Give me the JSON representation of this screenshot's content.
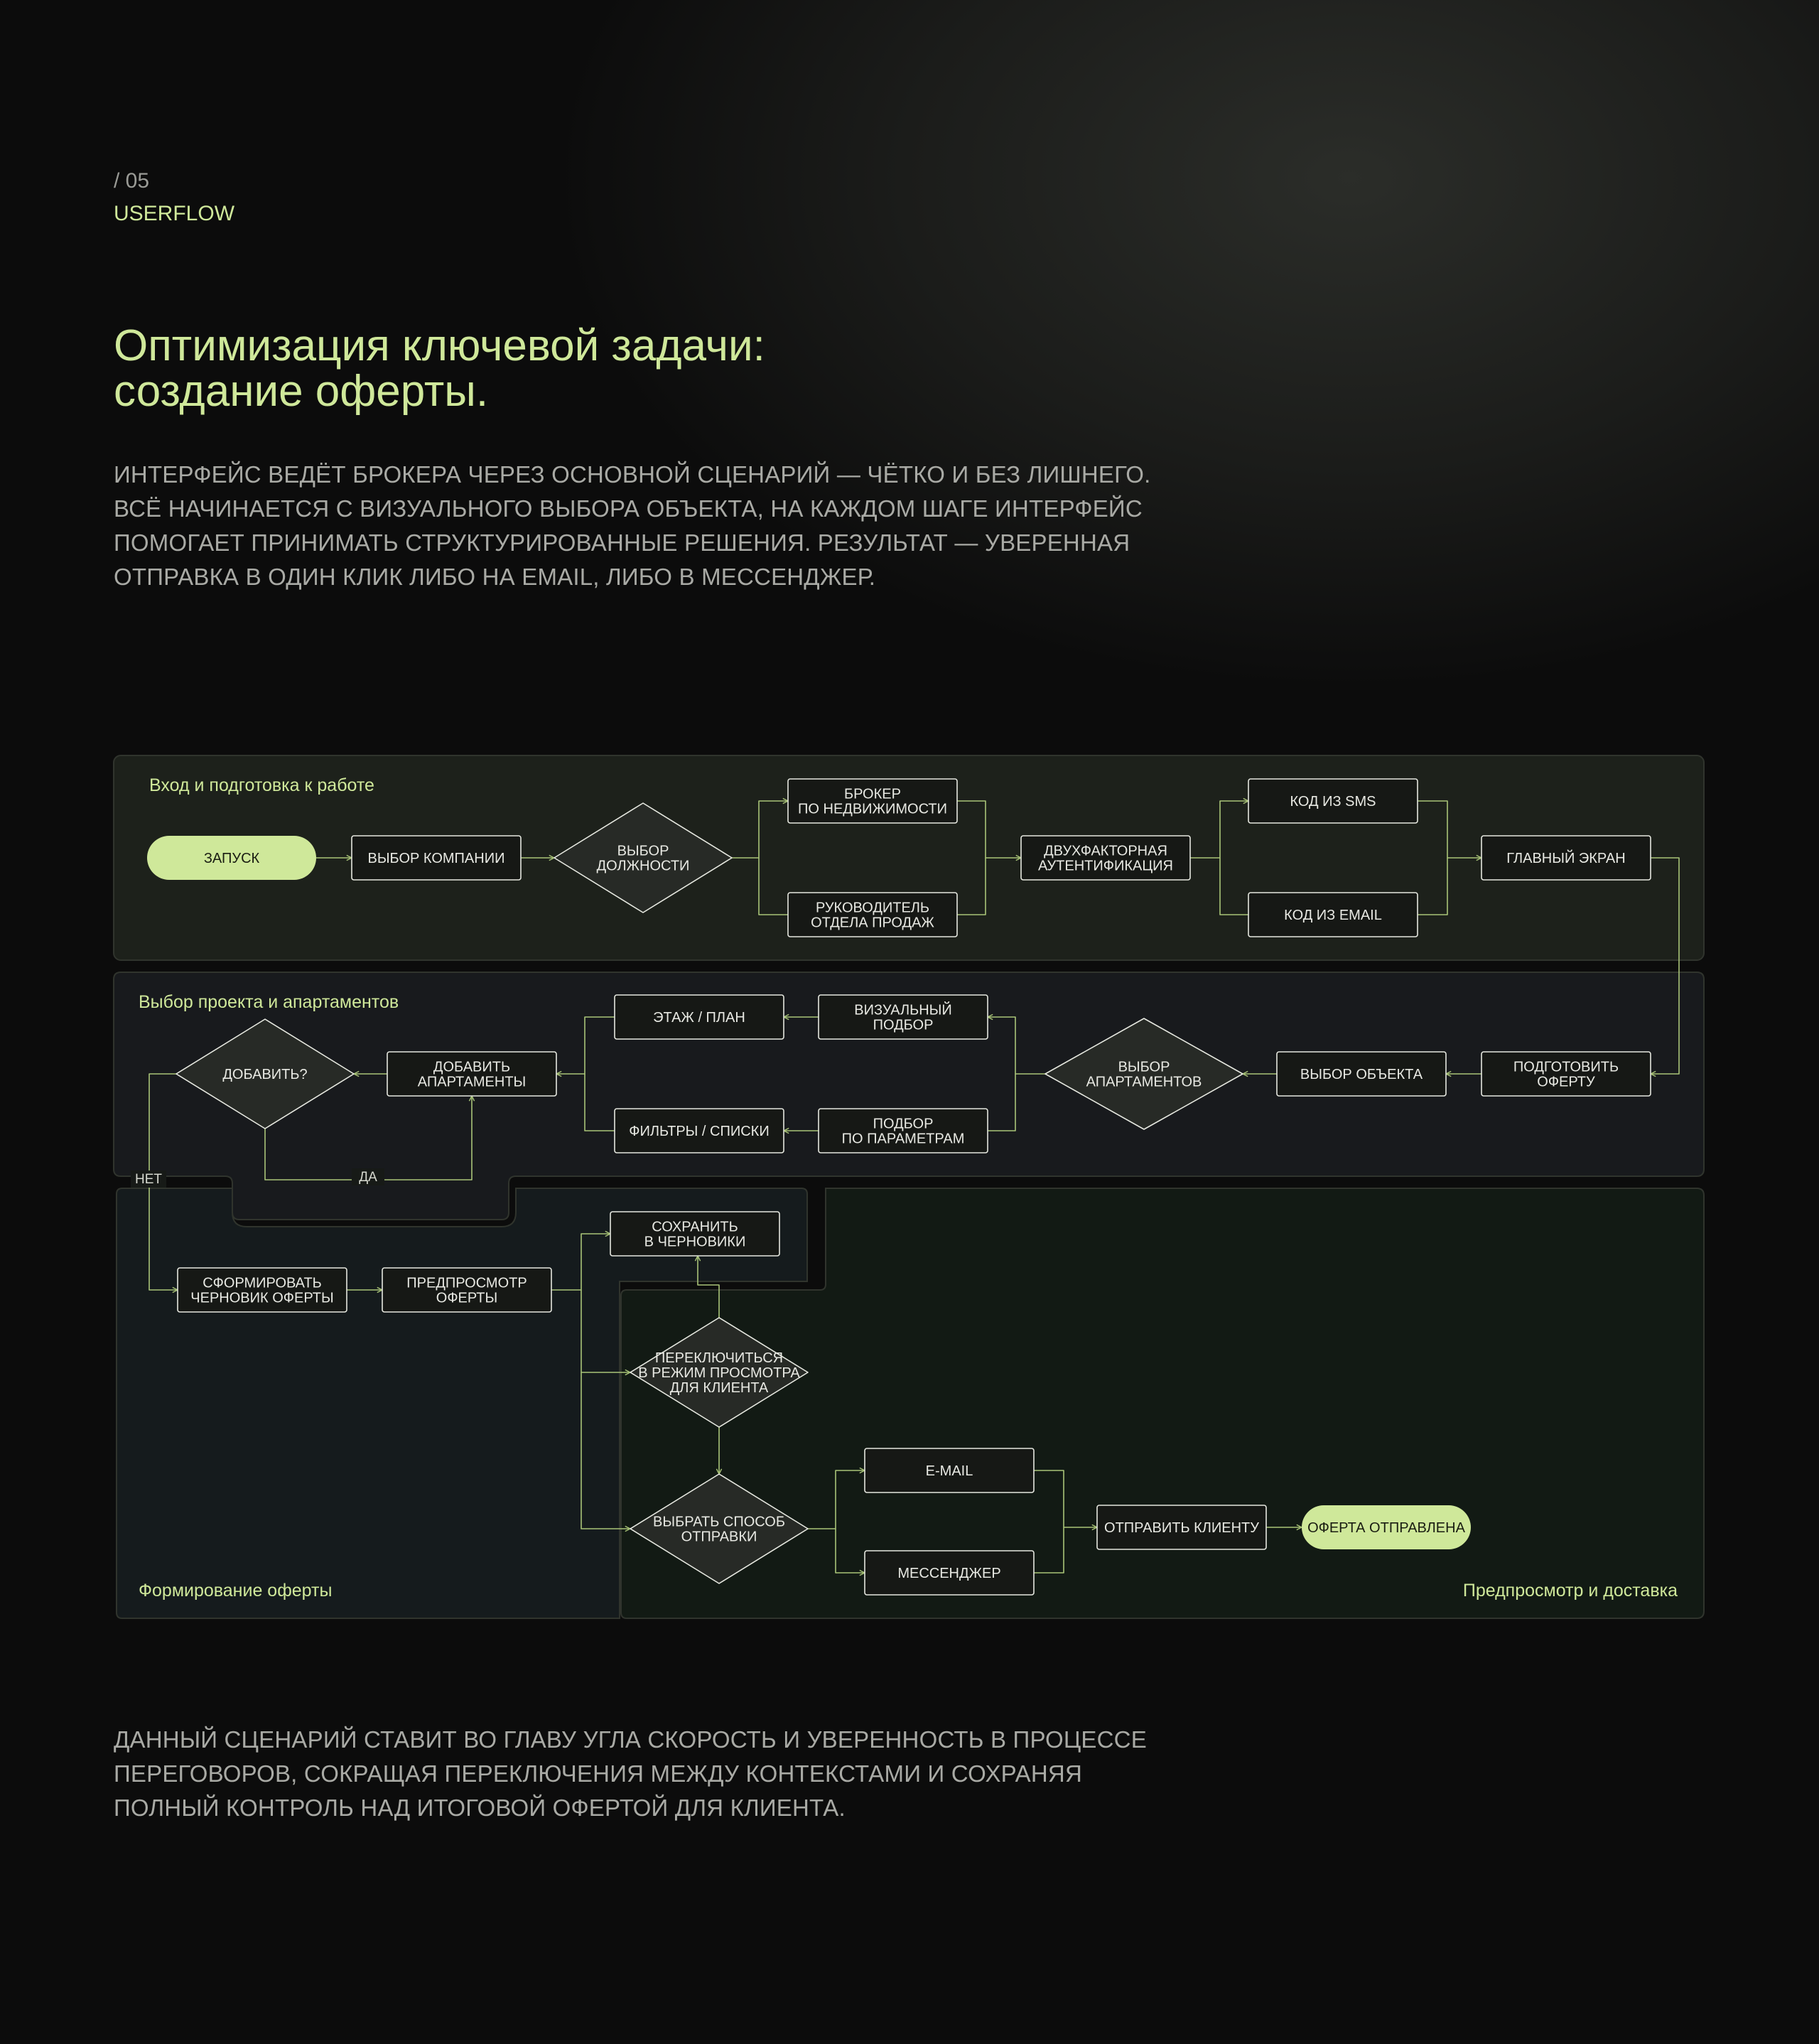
{
  "header": {
    "section_number": "/ 05",
    "section_name": "USERFLOW"
  },
  "title": {
    "line1": "Оптимизация ключевой задачи:",
    "line2": "создание оферты."
  },
  "intro": [
    "ИНТЕРФЕЙС ВЕДЁТ БРОКЕРА ЧЕРЕЗ ОСНОВНОЙ СЦЕНАРИЙ — ЧЁТКО И БЕЗ ЛИШНЕГО.",
    "ВСЁ НАЧИНАЕТСЯ С ВИЗУАЛЬНОГО ВЫБОРА ОБЪЕКТА, НА КАЖДОМ ШАГЕ ИНТЕРФЕЙС",
    "ПОМОГАЕТ ПРИНИМАТЬ СТРУКТУРИРОВАННЫЕ РЕШЕНИЯ. РЕЗУЛЬТАТ — УВЕРЕННАЯ",
    "ОТПРАВКА В ОДИН КЛИК ЛИБО НА EMAIL, ЛИБО В МЕССЕНДЖЕР."
  ],
  "lanes": {
    "login": "Вход и подготовка к работе",
    "project": "Выбор проекта и апартаментов",
    "offer": "Формирование оферты",
    "delivery": "Предпросмотр и доставка"
  },
  "nodes": {
    "start": [
      "ЗАПУСК"
    ],
    "company": [
      "ВЫБОР КОМПАНИИ"
    ],
    "role": [
      "ВЫБОР",
      "ДОЛЖНОСТИ"
    ],
    "broker": [
      "БРОКЕР",
      "ПО НЕДВИЖИМОСТИ"
    ],
    "head": [
      "РУКОВОДИТЕЛЬ",
      "ОТДЕЛА ПРОДАЖ"
    ],
    "twofa": [
      "ДВУХФАКТОРНАЯ",
      "АУТЕНТИФИКАЦИЯ"
    ],
    "sms": [
      "КОД ИЗ SMS"
    ],
    "emailcode": [
      "КОД ИЗ EMAIL"
    ],
    "main": [
      "ГЛАВНЫЙ ЭКРАН"
    ],
    "prepare": [
      "ПОДГОТОВИТЬ",
      "ОФЕРТУ"
    ],
    "object": [
      "ВЫБОР ОБЪЕКТА"
    ],
    "apts": [
      "ВЫБОР",
      "АПАРТАМЕНТОВ"
    ],
    "visual": [
      "ВИЗУАЛЬНЫЙ",
      "ПОДБОР"
    ],
    "params": [
      "ПОДБОР",
      "ПО ПАРАМЕТРАМ"
    ],
    "floor": [
      "ЭТАЖ / ПЛАН"
    ],
    "filters": [
      "ФИЛЬТРЫ / СПИСКИ"
    ],
    "addapts": [
      "ДОБАВИТЬ",
      "АПАРТАМЕНТЫ"
    ],
    "addq": [
      "ДОБАВИТЬ?"
    ],
    "draft": [
      "СФОРМИРОВАТЬ",
      "ЧЕРНОВИК ОФЕРТЫ"
    ],
    "preview": [
      "ПРЕДПРОСМОТР",
      "ОФЕРТЫ"
    ],
    "save": [
      "СОХРАНИТЬ",
      "В ЧЕРНОВИКИ"
    ],
    "clientmode": [
      "ПЕРЕКЛЮЧИТЬСЯ",
      "В РЕЖИМ ПРОСМОТРА",
      "ДЛЯ КЛИЕНТА"
    ],
    "method": [
      "ВЫБРАТЬ СПОСОБ",
      "ОТПРАВКИ"
    ],
    "email": [
      "E-MAIL"
    ],
    "messenger": [
      "МЕССЕНДЖЕР"
    ],
    "send": [
      "ОТПРАВИТЬ КЛИЕНТУ"
    ],
    "sent": [
      "ОФЕРТА ОТПРАВЛЕНА"
    ]
  },
  "edge_labels": {
    "yes": "ДА",
    "no": "НЕТ"
  },
  "closing": [
    "ДАННЫЙ СЦЕНАРИЙ СТАВИТ ВО ГЛАВУ УГЛА СКОРОСТЬ И УВЕРЕННОСТЬ В ПРОЦЕССЕ",
    "ПЕРЕГОВОРОВ, СОКРАЩАЯ ПЕРЕКЛЮЧЕНИЯ МЕЖДУ КОНТЕКСТАМИ И СОХРАНЯЯ",
    "ПОЛНЫЙ КОНТРОЛЬ НАД ИТОГОВОЙ ОФЕРТОЙ ДЛЯ КЛИЕНТА."
  ],
  "colors": {
    "accent": "#cfe89a",
    "text_muted": "#a9aaa5",
    "node_stroke": "#e6e8e0",
    "edge": "#a9c478",
    "lane_login": "#1d211b",
    "lane_project": "#181a1d",
    "lane_offer": "#151b1d",
    "lane_delivery": "#121a14"
  }
}
